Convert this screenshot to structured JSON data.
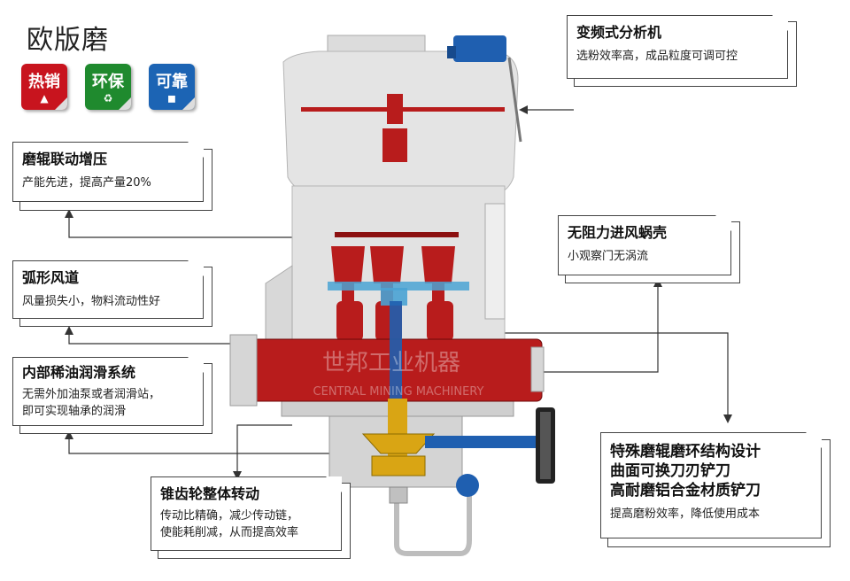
{
  "title": "欧版磨",
  "badges": [
    {
      "label": "热销",
      "color": "#c8141e",
      "icon": "flame-icon"
    },
    {
      "label": "环保",
      "color": "#1f8a2e",
      "icon": "recycle-icon"
    },
    {
      "label": "可靠",
      "color": "#1c64b4",
      "icon": "shield-icon"
    }
  ],
  "callouts": {
    "analyzer": {
      "heading": "变频式分析机",
      "text": "选粉效率高，成品粒度可调可控"
    },
    "roller_press": {
      "heading": "磨辊联动增压",
      "text": "产能先进，提高产量20%"
    },
    "volute": {
      "heading": "无阻力进风蜗壳",
      "text": "小观察门无涡流"
    },
    "air_duct": {
      "heading": "弧形风道",
      "text": "风量损失小，物料流动性好"
    },
    "lubrication": {
      "heading": "内部稀油润滑系统",
      "text1": "无需外加油泵或者润滑站，",
      "text2": "即可实现轴承的润滑"
    },
    "shovel": {
      "line1": "特殊磨辊磨环结构设计",
      "line2": "曲面可换刀刃铲刀",
      "line3": "高耐磨铝合金材质铲刀",
      "text": "提高磨粉效率，降低使用成本"
    },
    "bevel_gear": {
      "heading": "锥齿轮整体转动",
      "text1": "传动比精确，减少传动链，",
      "text2": "使能耗削减，从而提高效率"
    }
  },
  "watermark": {
    "cn": "世邦工业机器",
    "en": "CENTRAL MINING MACHINERY"
  },
  "colors": {
    "machine_body": "#e6e6e6",
    "roller_red": "#b81c1c",
    "blue": "#1f5fb0",
    "gear": "#d9a514"
  }
}
